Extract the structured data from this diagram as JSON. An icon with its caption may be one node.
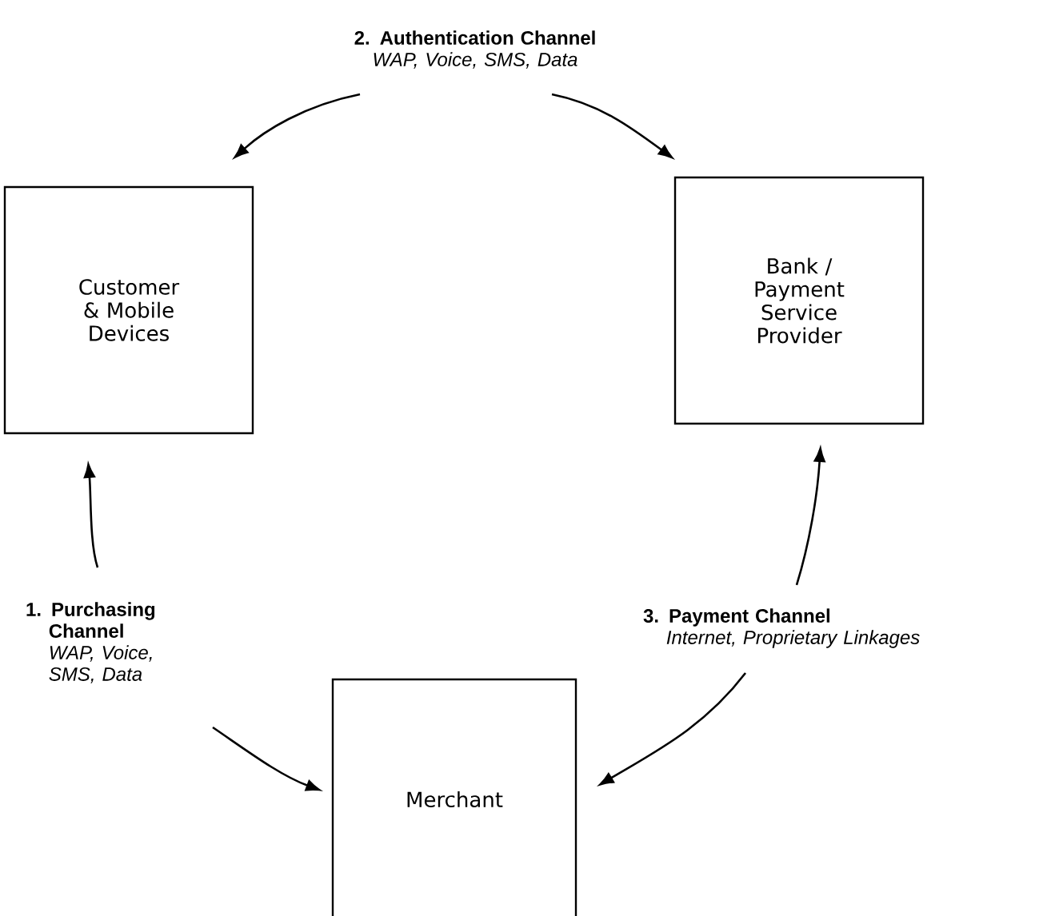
{
  "diagram": {
    "nodes": [
      {
        "text": [
          "2. Authentication Channel",
          "WAP, Voice, SMS, Data"
        ]
      },
      {
        "text": [
          "Customer & Mobile Devices"
        ]
      },
      {
        "text": [
          "Bank / Payment Service Provider"
        ]
      },
      {
        "text": [
          "1. Purchasing Channel",
          "WAP, Voice, SMS, Data"
        ]
      },
      {
        "text": [
          "3. Payment Channel",
          "Internet, Proprietary Linkages"
        ]
      },
      {
        "text": [
          "Merchant"
        ]
      }
    ],
    "edges": [
      {
        "from": 0,
        "to": 1,
        "arrow": "to"
      },
      {
        "from": 0,
        "to": 2,
        "arrow": "to"
      },
      {
        "from": 3,
        "to": 1,
        "arrow": "to"
      },
      {
        "from": 3,
        "to": 5,
        "arrow": "to"
      },
      {
        "from": 4,
        "to": 2,
        "arrow": "to"
      },
      {
        "from": 4,
        "to": 5,
        "arrow": "to"
      }
    ]
  }
}
